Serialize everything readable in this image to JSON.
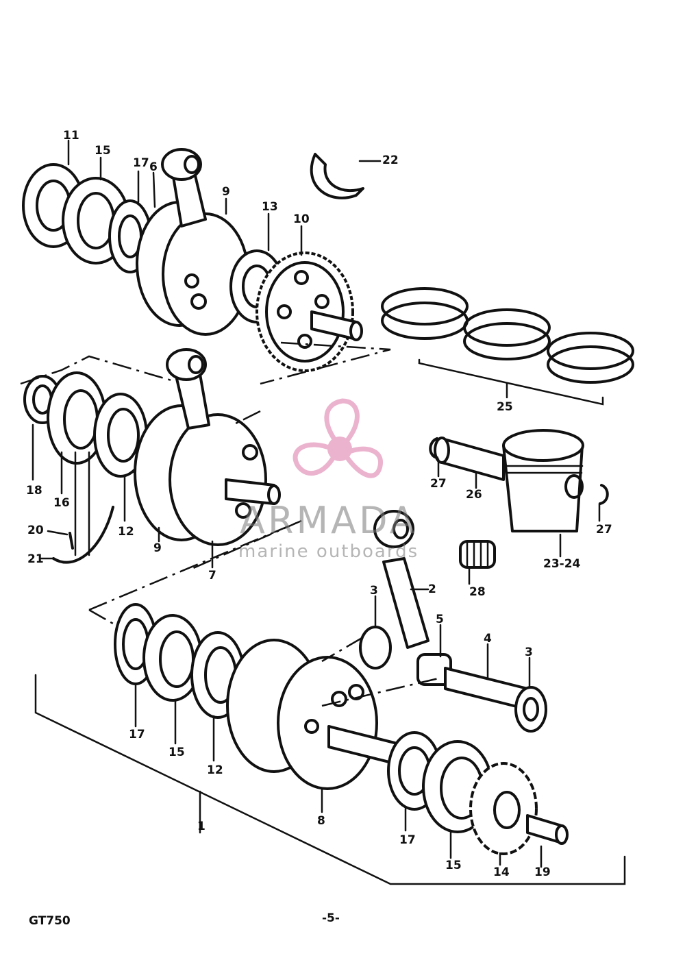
{
  "header_text": "",
  "footer": {
    "model": "GT750",
    "page_number": "-5-"
  },
  "watermark": {
    "name": "ARMADA",
    "tagline": "marine outboards",
    "logo_icon": "propeller-icon",
    "logo_color": "#e8a6c6"
  },
  "callouts": [
    {
      "id": "11",
      "label": "11"
    },
    {
      "id": "15a",
      "label": "15"
    },
    {
      "id": "17a",
      "label": "17"
    },
    {
      "id": "6",
      "label": "6"
    },
    {
      "id": "9a",
      "label": "9"
    },
    {
      "id": "13",
      "label": "13"
    },
    {
      "id": "10",
      "label": "10"
    },
    {
      "id": "22",
      "label": "22"
    },
    {
      "id": "25",
      "label": "25"
    },
    {
      "id": "27a",
      "label": "27"
    },
    {
      "id": "26",
      "label": "26"
    },
    {
      "id": "27b",
      "label": "27"
    },
    {
      "id": "23-24",
      "label": "23-24"
    },
    {
      "id": "28",
      "label": "28"
    },
    {
      "id": "18",
      "label": "18"
    },
    {
      "id": "16",
      "label": "16"
    },
    {
      "id": "12a",
      "label": "12"
    },
    {
      "id": "9b",
      "label": "9"
    },
    {
      "id": "20",
      "label": "20"
    },
    {
      "id": "21",
      "label": "21"
    },
    {
      "id": "7",
      "label": "7"
    },
    {
      "id": "3a",
      "label": "3"
    },
    {
      "id": "2",
      "label": "2"
    },
    {
      "id": "5",
      "label": "5"
    },
    {
      "id": "4",
      "label": "4"
    },
    {
      "id": "3b",
      "label": "3"
    },
    {
      "id": "17b",
      "label": "17"
    },
    {
      "id": "15b",
      "label": "15"
    },
    {
      "id": "12b",
      "label": "12"
    },
    {
      "id": "8",
      "label": "8"
    },
    {
      "id": "17c",
      "label": "17"
    },
    {
      "id": "15c",
      "label": "15"
    },
    {
      "id": "14",
      "label": "14"
    },
    {
      "id": "19",
      "label": "19"
    },
    {
      "id": "1",
      "label": "1"
    }
  ]
}
